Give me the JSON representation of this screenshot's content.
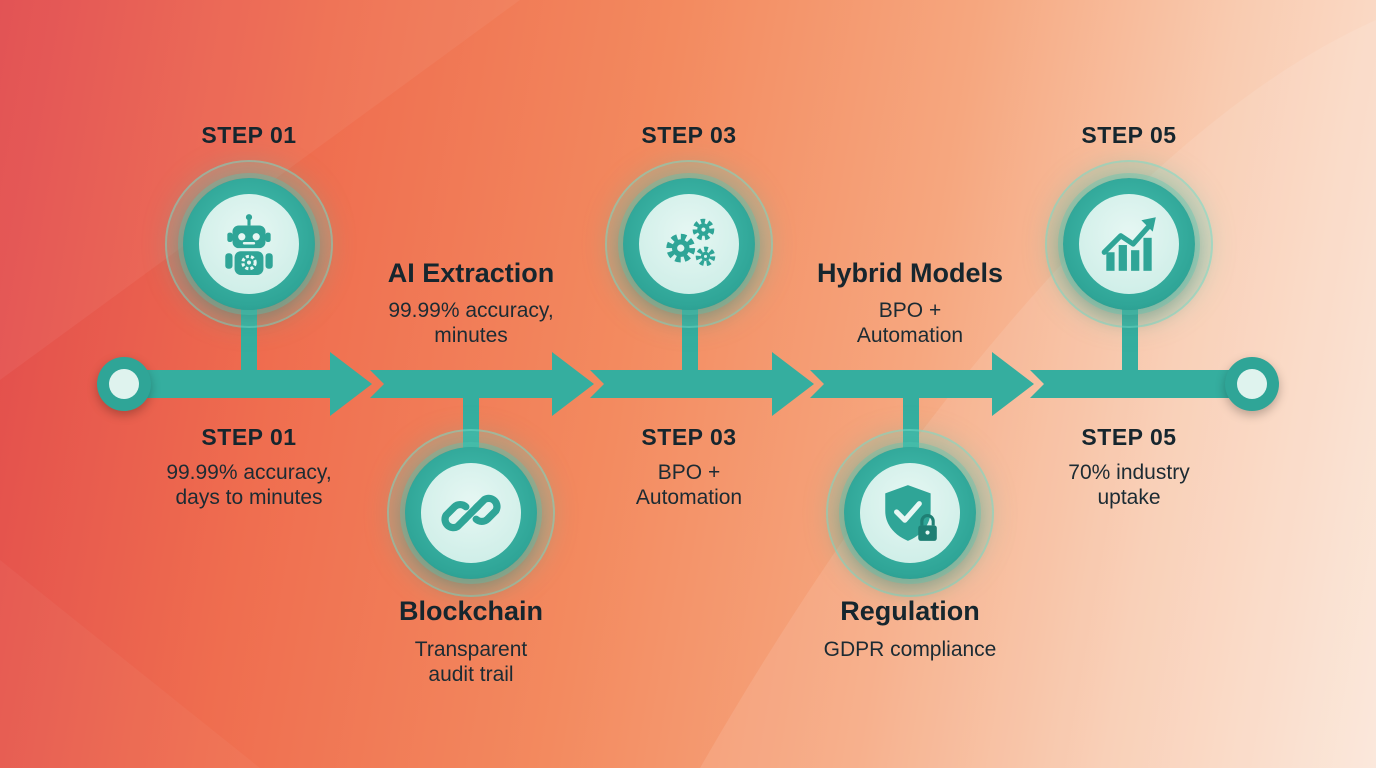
{
  "colors": {
    "accent": "#2fa597",
    "accent_light": "#dff3ee",
    "text": "#16262e"
  },
  "steps": [
    {
      "id": "s1",
      "icon": "robot-icon",
      "step_label": "STEP 01",
      "lower_step_label": "STEP 01",
      "lower_desc_1": "99.99% accuracy,",
      "lower_desc_2": "days to minutes"
    },
    {
      "id": "s2",
      "icon": "chain-link-icon",
      "title": "Blockchain",
      "desc_1": "Transparent",
      "desc_2": "audit trail",
      "upper_title": "AI Extraction",
      "upper_desc_1": "99.99% accuracy,",
      "upper_desc_2": "minutes"
    },
    {
      "id": "s3",
      "icon": "gears-icon",
      "step_label": "STEP 03",
      "lower_step_label": "STEP 03",
      "lower_desc_1": "BPO +",
      "lower_desc_2": "Automation"
    },
    {
      "id": "s4",
      "icon": "shield-lock-icon",
      "title": "Regulation",
      "desc_1": "GDPR compliance",
      "upper_title": "Hybrid Models",
      "upper_desc_1": "BPO +",
      "upper_desc_2": "Automation"
    },
    {
      "id": "s5",
      "icon": "growth-chart-icon",
      "step_label": "STEP 05",
      "lower_step_label": "STEP 05",
      "lower_desc_1": "70% industry",
      "lower_desc_2": "uptake"
    }
  ]
}
